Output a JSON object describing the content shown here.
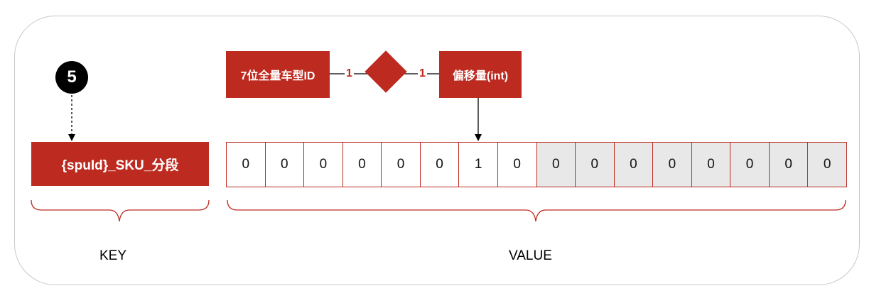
{
  "step": "5",
  "entity_type": "7位全量车型ID",
  "entity_offset": "偏移量(int)",
  "cardinality_left": "1",
  "cardinality_right": "1",
  "key_text": "{spuId}_SKU_分段",
  "bits": [
    "0",
    "0",
    "0",
    "0",
    "0",
    "0",
    "1",
    "0",
    "0",
    "0",
    "0",
    "0",
    "0",
    "0",
    "0",
    "0"
  ],
  "shaded_from_index": 8,
  "key_label": "KEY",
  "value_label": "VALUE",
  "colors": {
    "accent": "#bd2a20",
    "frame": "#c9c9c9",
    "shade": "#e8e8e8",
    "badge": "#000000"
  }
}
